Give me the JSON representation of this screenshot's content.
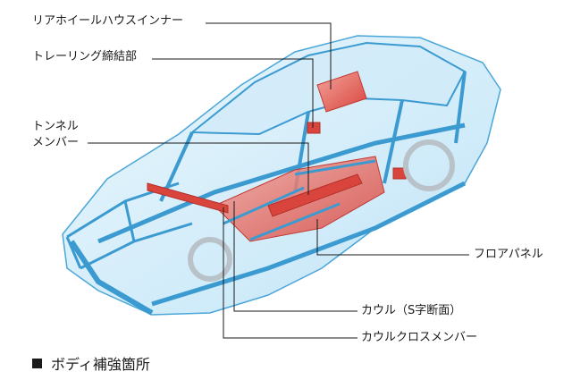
{
  "labels": {
    "rear_wheelhouse_inner": "リアホイールハウスインナー",
    "trailing_link_mount": "トレーリング締結部",
    "tunnel_member_line1": "トンネル",
    "tunnel_member_line2": "メンバー",
    "floor_panel": "フロアパネル",
    "cowl_s_section": "カウル（S字断面）",
    "cowl_cross_member": "カウルクロスメンバー"
  },
  "caption": {
    "text": "ボディ補強箇所"
  },
  "colors": {
    "body_blue": "#5ab8e8",
    "body_blue_light": "#bfe4f7",
    "reinforcement_red": "#e8584f",
    "leader_line": "#1a1a1a"
  }
}
